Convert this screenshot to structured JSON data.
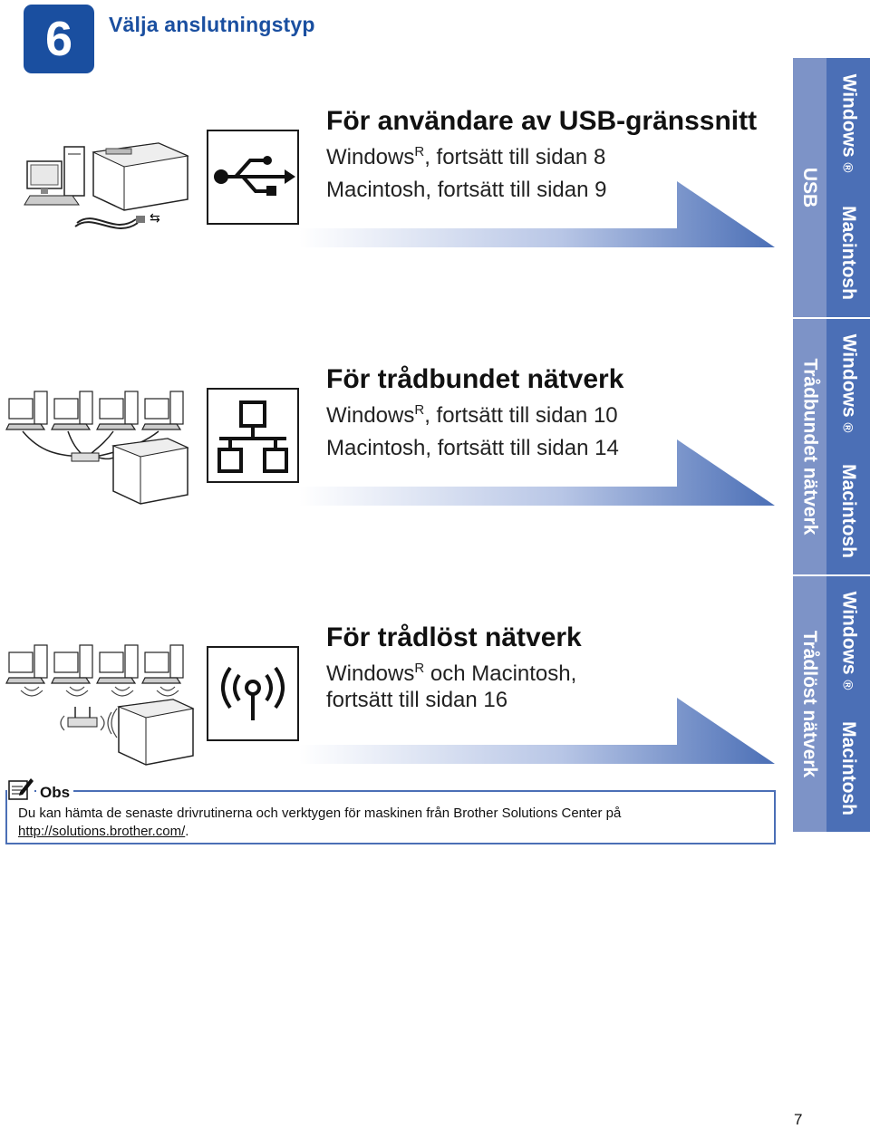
{
  "header": {
    "step_number": "6",
    "title": "Välja anslutningstyp"
  },
  "sections": [
    {
      "heading": "För användare av USB-gränssnitt",
      "line1_a": "Windows",
      "line1_sup": "R",
      "line1_b": ", fortsätt till sidan 8",
      "line2": "Macintosh, fortsätt till sidan 9",
      "icon": "usb-icon"
    },
    {
      "heading": "För trådbundet nätverk",
      "line1_a": "Windows",
      "line1_sup": "R",
      "line1_b": ", fortsätt till sidan 10",
      "line2": "Macintosh, fortsätt till sidan 14",
      "icon": "wired-network-icon"
    },
    {
      "heading": "För trådlöst nätverk",
      "line1_a": "Windows",
      "line1_sup": "R",
      "line1_b": " och Macintosh,",
      "line2": "fortsätt till sidan 16",
      "icon": "wireless-network-icon"
    }
  ],
  "tabs": [
    {
      "connection": "USB",
      "windows": "Windows",
      "reg": "®",
      "macintosh": "Macintosh"
    },
    {
      "connection": "Trådbundet nätverk",
      "windows": "Windows",
      "reg": "®",
      "macintosh": "Macintosh"
    },
    {
      "connection": "Trådlöst nätverk",
      "windows": "Windows",
      "reg": "®",
      "macintosh": "Macintosh"
    }
  ],
  "note": {
    "label": "Obs",
    "text": "Du kan hämta de senaste drivrutinerna och verktygen för maskinen från Brother Solutions Center på",
    "link": "http://solutions.brother.com/",
    "trailing": "."
  },
  "page_number": "7",
  "colors": {
    "accent": "#1a4fa0",
    "tab_light": "#7d93c7",
    "tab_dark": "#4b6fb6"
  }
}
